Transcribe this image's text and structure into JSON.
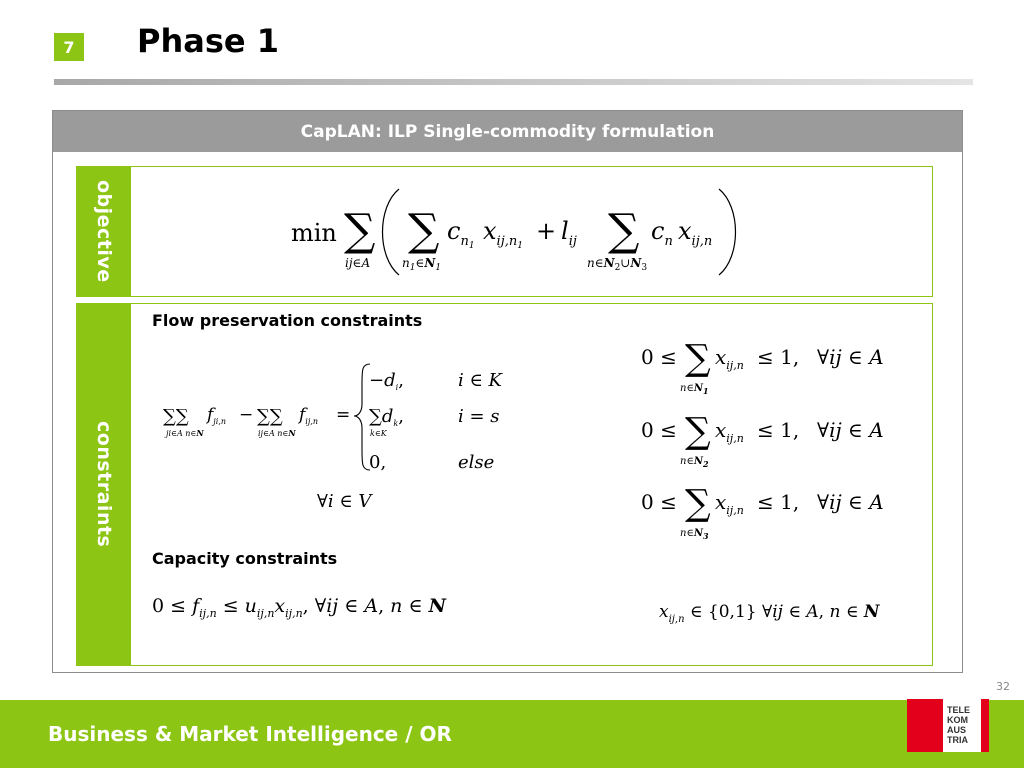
{
  "slide_number": "7",
  "title": "Phase 1",
  "frame_title": "CapLAN: ILP Single-commodity formulation",
  "labels": {
    "objective": "objective",
    "constraints": "constraints"
  },
  "headings": {
    "flow": "Flow preservation constraints",
    "capacity": "Capacity constraints"
  },
  "objective_formula": "min ∑_{ij∈A} ( ∑_{n1∈N1} c_{n1} x_{ij,n1} + l_{ij} ∑_{n∈N2∪N3} c_n x_{ij,n} )",
  "flow_formula": {
    "lhs": "∑_{ji∈A} ∑_{n∈N} f_{ji,n} − ∑_{ij∈A} ∑_{n∈N} f_{ij,n} =",
    "cases": [
      {
        "value": "− d_i ,",
        "condition": "i ∈ K"
      },
      {
        "value": "∑_{k∈K} d_k ,",
        "condition": "i = s"
      },
      {
        "value": "0,",
        "condition": "else"
      }
    ],
    "forall": "∀i ∈ V"
  },
  "capacity_formula": "0 ≤ f_{ij,n} ≤ u_{ij,n} x_{ij,n} ,   ∀ij ∈ A, n ∈ N",
  "bound_formulas": [
    "0 ≤ ∑_{n∈N1} x_{ij,n} ≤ 1,   ∀ij ∈ A",
    "0 ≤ ∑_{n∈N2} x_{ij,n} ≤ 1,   ∀ij ∈ A",
    "0 ≤ ∑_{n∈N3} x_{ij,n} ≤ 1,   ∀ij ∈ A"
  ],
  "binary_formula": "x_{ij,n} ∈ {0,1}  ∀ij ∈ A, n ∈ N",
  "footer": "Business & Market Intelligence / OR",
  "page_number": "32",
  "logo_lines": [
    "TELE",
    "KOM",
    "AUS",
    "TRIA"
  ],
  "colors": {
    "accent": "#8cc514",
    "header": "#9b9b9b",
    "logo_red": "#e2001a"
  }
}
